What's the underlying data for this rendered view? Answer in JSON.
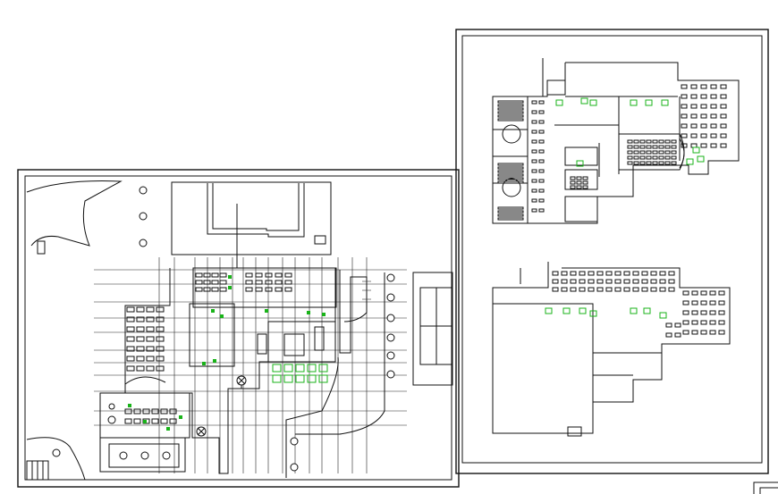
{
  "title": "",
  "colors": {
    "background": "#ffffff",
    "linework": "#111111",
    "fixtures": "#19b319"
  },
  "sheets": [
    {
      "id": "site-plan"
    },
    {
      "id": "upper-floor-plan"
    },
    {
      "id": "lower-floor-plan"
    }
  ]
}
